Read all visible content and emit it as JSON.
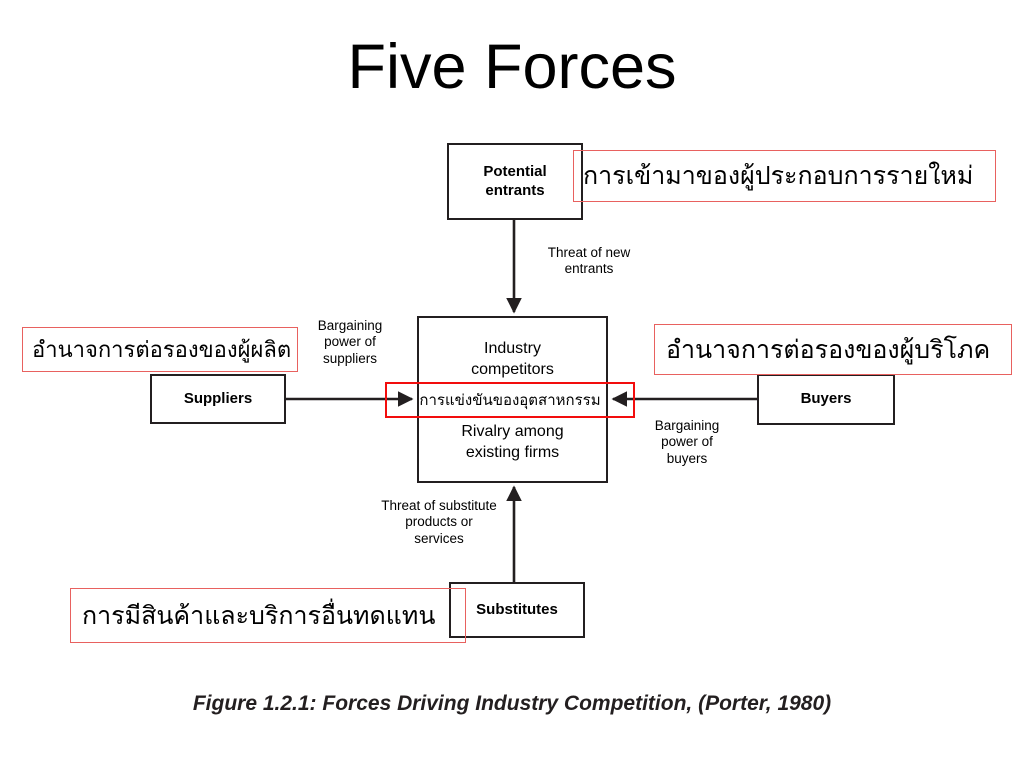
{
  "page": {
    "title": "Five Forces",
    "background": "#ffffff",
    "annotation_color": "#e8615f",
    "highlight_color": "#f20d0d",
    "line_color": "#231f20"
  },
  "diagram": {
    "nodes": {
      "potential_entrants": "Potential\nentrants",
      "suppliers": "Suppliers",
      "buyers": "Buyers",
      "substitutes": "Substitutes",
      "industry_title": "Industry\ncompetitors",
      "industry_rivalry": "Rivalry among\nexisting firms"
    },
    "edge_labels": {
      "threat_of_new_entrants": "Threat of new\nentrants",
      "bargaining_power_of_suppliers": "Bargaining\npower of\nsuppliers",
      "bargaining_power_of_buyers": "Bargaining\npower of\nbuyers",
      "threat_of_substitutes": "Threat of substitute\nproducts or\nservices"
    }
  },
  "annotations": {
    "entrants_th": "การเข้ามาของผู้ประกอบการรายใหม่",
    "suppliers_th": "อำนาจการต่อรองของผู้ผลิต",
    "buyers_th": "อำนาจการต่อรองของผู้บริโภค",
    "substitutes_th": "การมีสินค้าและบริการอื่นทดแทน",
    "rivalry_th": "การแข่งขันของอุตสาหกรรม"
  },
  "caption": "Figure 1.2.1: Forces Driving Industry Competition, (Porter, 1980)"
}
